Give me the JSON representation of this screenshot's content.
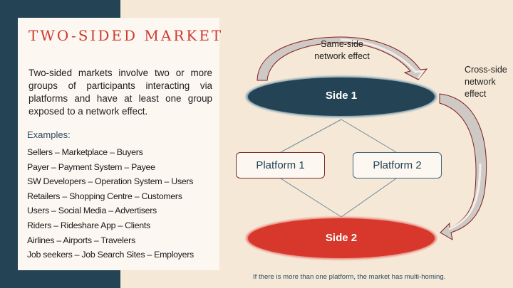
{
  "slide": {
    "title": "TWO-SIDED MARKET",
    "description": "Two-sided markets involve two or more groups of participants interacting via platforms and have at least one group exposed to a network effect.",
    "examples_heading": "Examples:",
    "examples": [
      "Sellers – Marketplace – Buyers",
      "Payer – Payment System – Payee",
      "SW Developers – Operation System – Users",
      "Retailers – Shopping Centre – Customers",
      "Users – Social Media – Advertisers",
      "Riders – Rideshare App – Clients",
      "Airlines – Airports – Travelers",
      "Job seekers – Job Search Sites – Employers"
    ]
  },
  "diagram": {
    "same_side_label_line1": "Same-side",
    "same_side_label_line2": "network effect",
    "cross_side_label_line1": "Cross-side",
    "cross_side_label_line2": "network",
    "cross_side_label_line3": "effect",
    "side1": "Side 1",
    "side2": "Side 2",
    "platform1": "Platform 1",
    "platform2": "Platform 2",
    "footnote": "If there is more than one platform, the market has multi-homing.",
    "colors": {
      "side1": "#244456",
      "side2": "#d7382b",
      "arrow_outline": "#7a2020",
      "background": "#f6e8d7"
    }
  }
}
